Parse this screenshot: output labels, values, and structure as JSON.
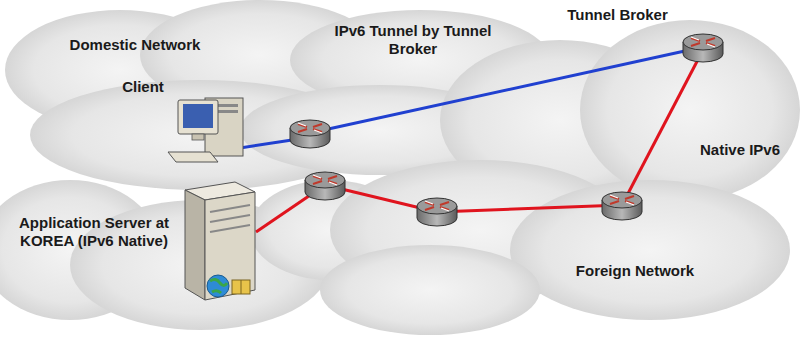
{
  "diagram": {
    "nodes": [
      {
        "text": [
          "Client"
        ]
      },
      {
        "text": [
          "Tunnel Broker"
        ]
      },
      {
        "text": [
          "Application Server at KOREA (IPv6 Native)"
        ]
      }
    ],
    "labels": [
      "Domestic Network",
      "IPv6 Tunnel by Tunnel Broker",
      "Native IPv6",
      "Foreign Network"
    ]
  }
}
